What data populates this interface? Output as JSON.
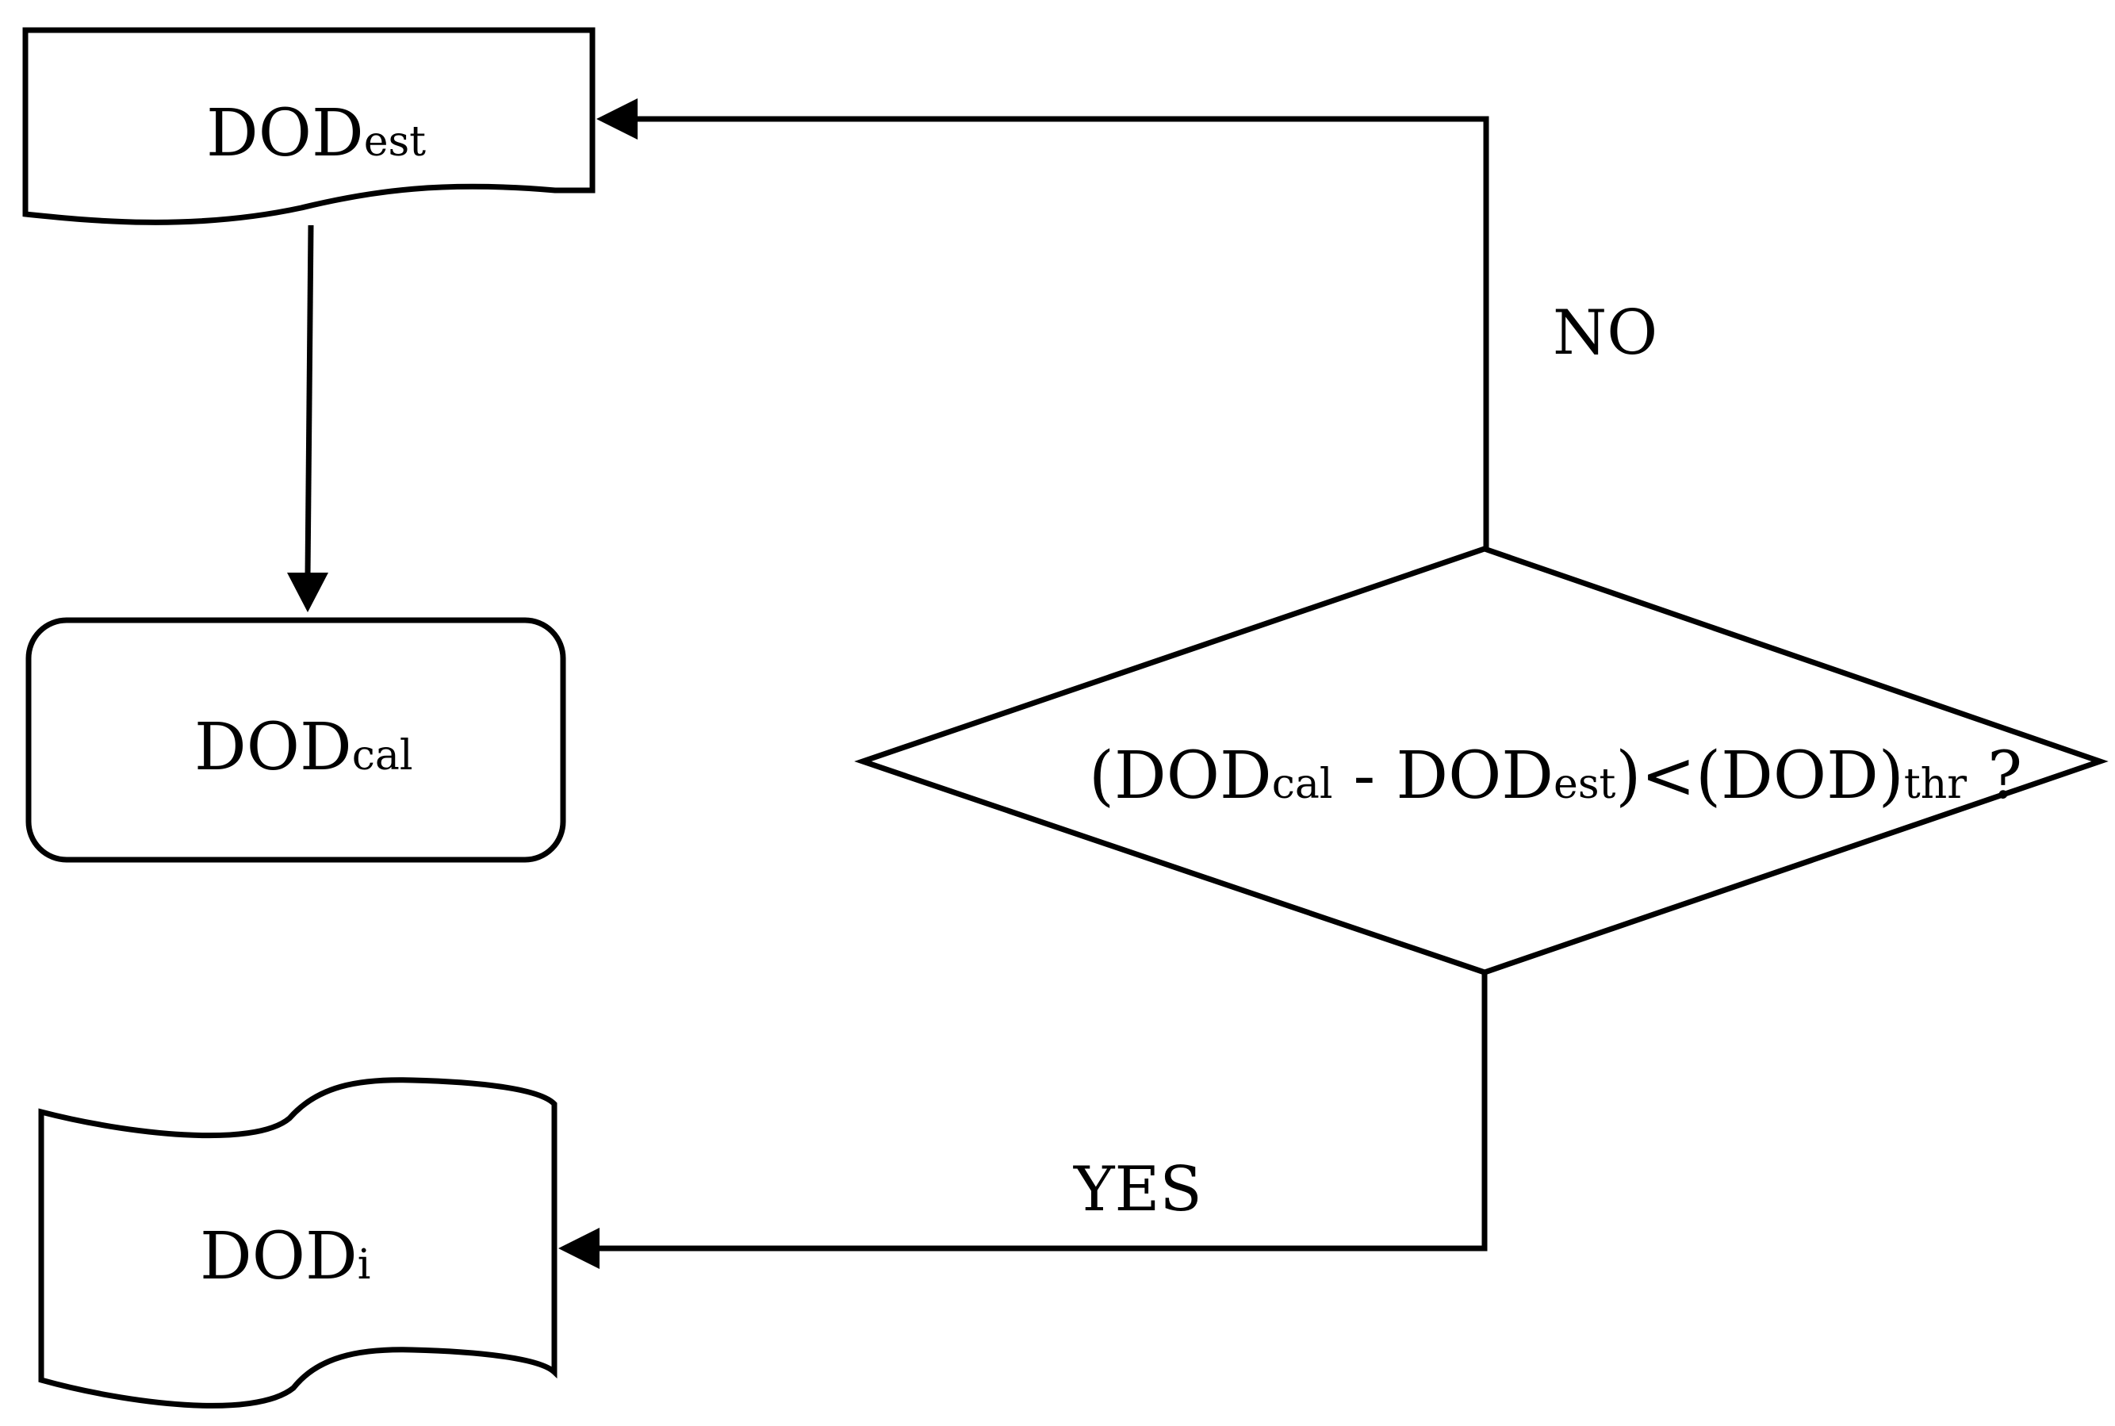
{
  "nodes": {
    "estimate": {
      "main": "DOD",
      "sub": "est"
    },
    "calculated": {
      "main": "DOD",
      "sub": "cal"
    },
    "decision": {
      "parts": [
        {
          "text": "(DOD",
          "sub": false
        },
        {
          "text": "cal",
          "sub": true
        },
        {
          "text": " - DOD",
          "sub": false
        },
        {
          "text": "est",
          "sub": true
        },
        {
          "text": ")<(DOD)",
          "sub": false
        },
        {
          "text": "thr",
          "sub": true
        },
        {
          "text": " ?",
          "sub": false
        }
      ]
    },
    "result": {
      "main": "DOD",
      "sub": "i"
    }
  },
  "edges": {
    "no_label": "NO",
    "yes_label": "YES"
  },
  "colors": {
    "stroke": "#000000",
    "fill": "#ffffff"
  }
}
